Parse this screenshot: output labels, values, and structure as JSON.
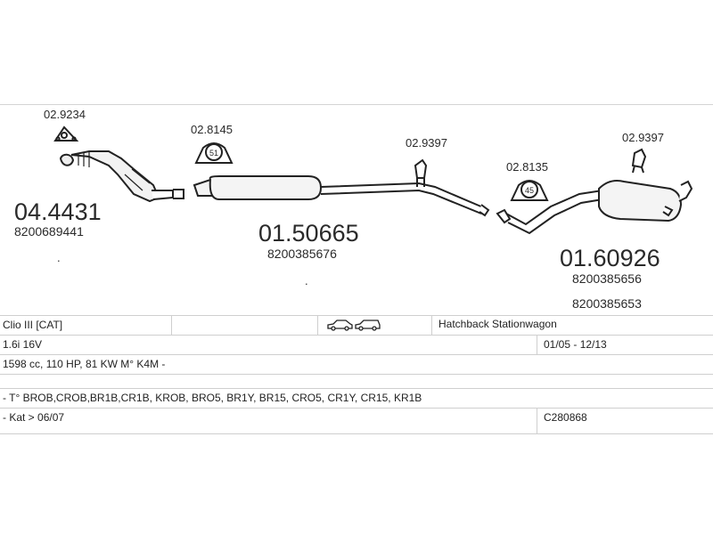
{
  "parts": {
    "gasket_top": "02.9234",
    "front_pipe_number": "04.4431",
    "front_pipe_oem": "8200689441",
    "clamp_51": "02.8145",
    "clamp_51_size": "51",
    "middle_silencer_number": "01.50665",
    "middle_silencer_oem": "8200385676",
    "hanger_mid": "02.9397",
    "clamp_45": "02.8135",
    "clamp_45_size": "45",
    "hanger_rear": "02.9397",
    "rear_silencer_number": "01.60926",
    "rear_silencer_oem_1": "8200385656",
    "rear_silencer_oem_2": "8200385653"
  },
  "table": {
    "model": "Clio III  [CAT]",
    "body_types": "Hatchback Stationwagon",
    "engine": "1.6i 16V",
    "dates": "01/05 - 12/13",
    "spec": "1598 cc, 110 HP, 81 KW M° K4M -",
    "types": "- T° BROB,CROB,BR1B,CR1B, KROB, BRO5, BR1Y, BR15, CRO5, CR1Y, CR15, KR1B",
    "kat": "- Kat > 06/07",
    "code": "C280868"
  }
}
